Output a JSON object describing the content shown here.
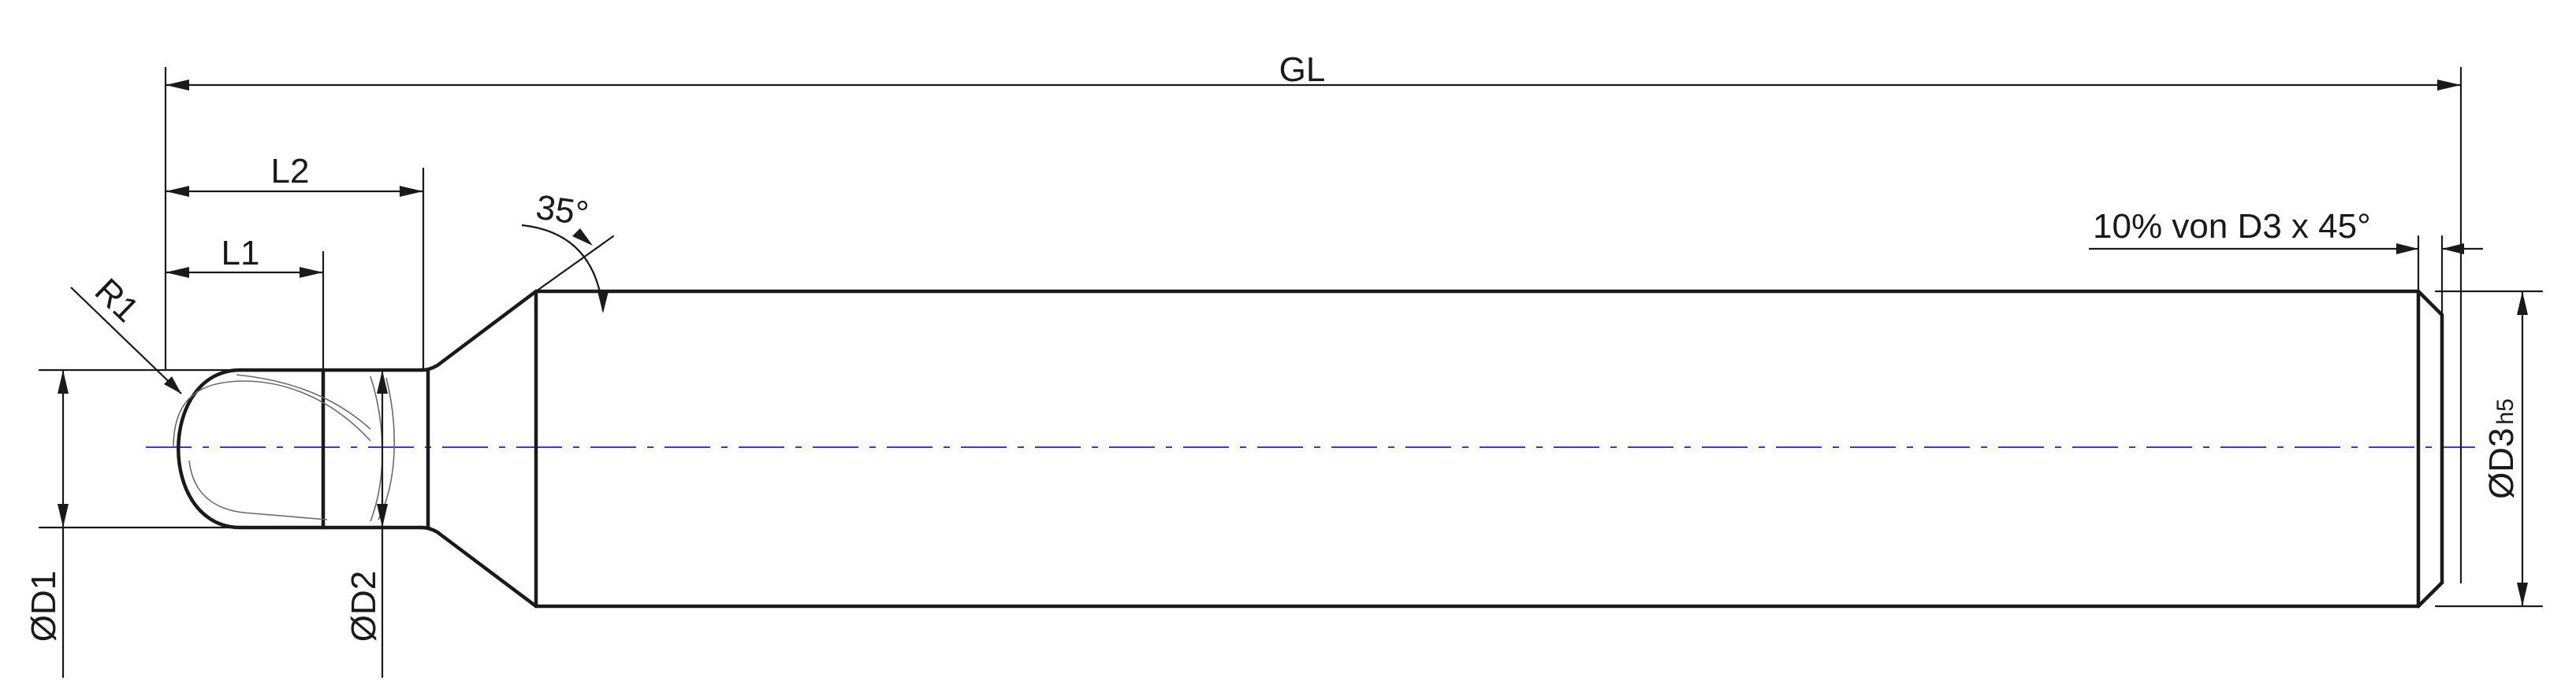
{
  "labels": {
    "gl": "GL",
    "l2": "L2",
    "l1": "L1",
    "r1": "R1",
    "angle": "35°",
    "chamfer_note": "10% von D3 x 45°",
    "d1": "ØD1",
    "d2": "ØD2",
    "d3": "ØD3",
    "d3_tolerance": "h5"
  },
  "colors": {
    "outline": "#1a1a1a",
    "center_axis": "#3b3bd6"
  }
}
